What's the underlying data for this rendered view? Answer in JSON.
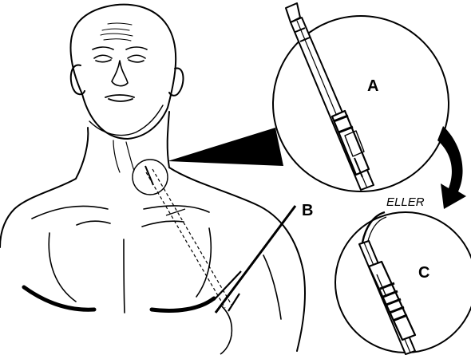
{
  "labels": {
    "a": "A",
    "b": "B",
    "c": "C",
    "eller": "ELLER"
  },
  "colors": {
    "ink": "#000000",
    "paper": "#ffffff"
  }
}
